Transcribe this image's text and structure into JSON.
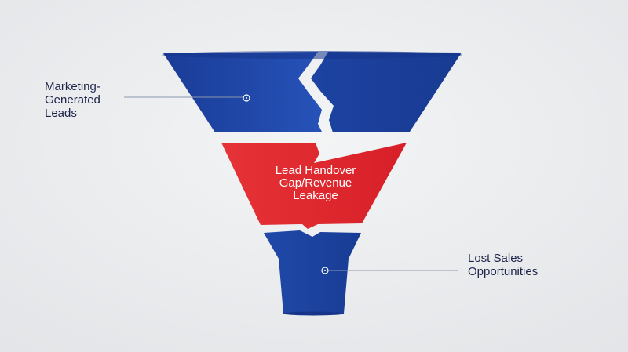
{
  "funnel": {
    "top_label": "Marketing-\nGenerated\nLeads",
    "middle_label": "Lead Handover\nGap/Revenue\nLeakage",
    "bottom_label": "Lost Sales\nOpportunities"
  },
  "colors": {
    "background": "#eceeef",
    "funnel_blue": "#1f44a3",
    "funnel_blue_dark": "#16348a",
    "funnel_red": "#e0262e",
    "text": "#1b2347",
    "leader_line": "#8c97ac"
  }
}
